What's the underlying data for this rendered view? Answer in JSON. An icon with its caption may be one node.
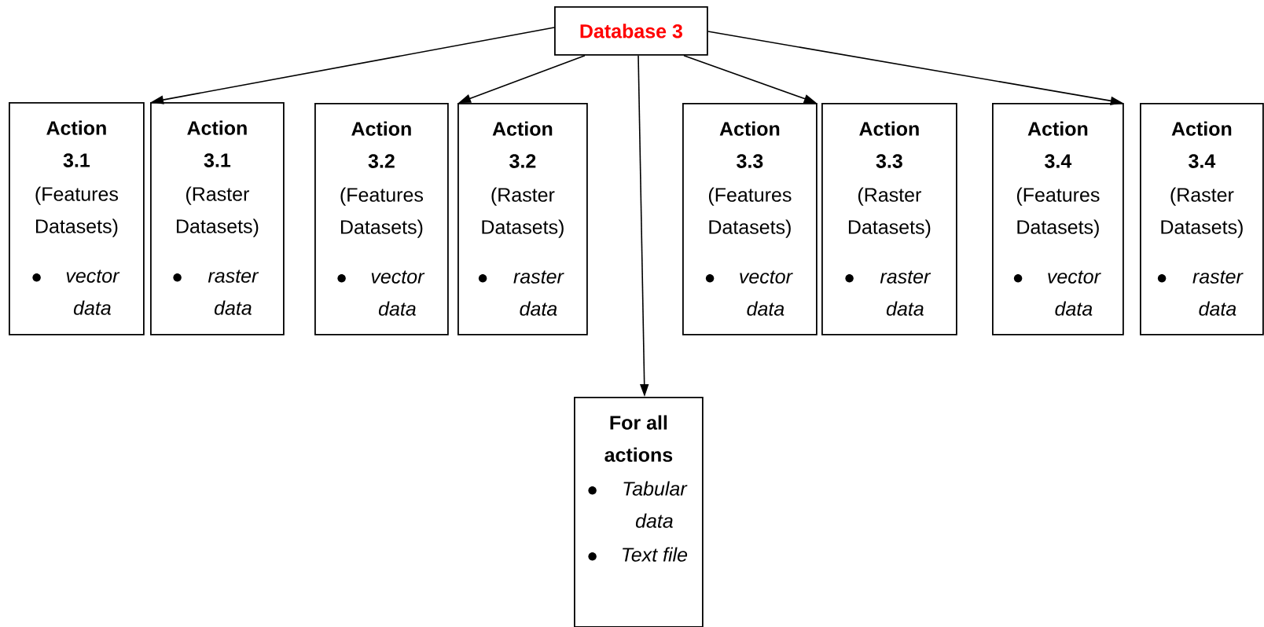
{
  "diagram": {
    "nodes": [
      {
        "text": [
          "Database 3"
        ]
      },
      {
        "text": [
          "Action 3.1",
          "(Features Datasets)",
          "vector data"
        ]
      },
      {
        "text": [
          "Action 3.1",
          "(Raster Datasets)",
          "raster data"
        ]
      },
      {
        "text": [
          "Action 3.2",
          "(Features Datasets)",
          "vector data"
        ]
      },
      {
        "text": [
          "Action 3.2",
          "(Raster Datasets)",
          "raster data"
        ]
      },
      {
        "text": [
          "Action 3.3",
          "(Features Datasets)",
          "vector data"
        ]
      },
      {
        "text": [
          "Action 3.3",
          "(Raster Datasets)",
          "raster data"
        ]
      },
      {
        "text": [
          "Action 3.4",
          "(Features Datasets)",
          "vector data"
        ]
      },
      {
        "text": [
          "Action 3.4",
          "(Raster Datasets)",
          "raster data"
        ]
      },
      {
        "text": [
          "For all actions",
          "Tabular data",
          "Text file"
        ]
      }
    ],
    "edges": [
      {
        "from": 0,
        "to": 2,
        "arrow": "to"
      },
      {
        "from": 0,
        "to": 4,
        "arrow": "to"
      },
      {
        "from": 0,
        "to": 5,
        "arrow": "to"
      },
      {
        "from": 0,
        "to": 7,
        "arrow": "to"
      },
      {
        "from": 0,
        "to": 9,
        "arrow": "to"
      }
    ]
  }
}
